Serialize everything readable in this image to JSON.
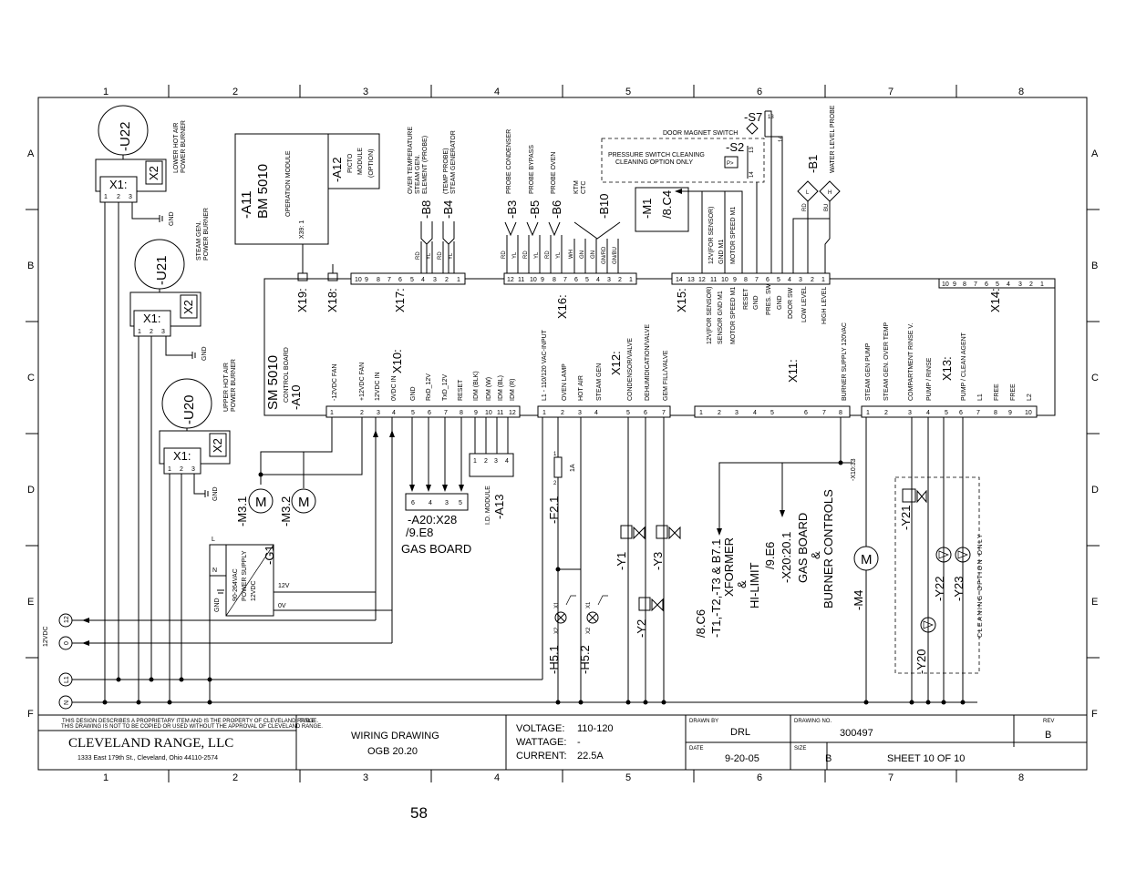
{
  "grid": {
    "cols": [
      "1",
      "2",
      "3",
      "4",
      "5",
      "6",
      "7",
      "8"
    ],
    "rows": [
      "A",
      "B",
      "C",
      "D",
      "E",
      "F"
    ]
  },
  "components": {
    "u22": "-U22",
    "u21": "-U21",
    "u20": "-U20",
    "lower_burner": [
      "LOWER HOT AIR",
      "POWER BURNER"
    ],
    "steam_burner": [
      "STEAM GEN.",
      "POWER BURNER"
    ],
    "upper_burner": [
      "UPPER HOT AIR",
      "POWER BURNER"
    ],
    "x1": "X1:",
    "x2": "X2",
    "gnd": "GND",
    "x1_pins": [
      "1",
      "2",
      "3"
    ],
    "a11": "-A11",
    "bm5010": "BM 5010",
    "op_module": "OPERATION MODULE",
    "x39": "X39: 1",
    "a12": "-A12",
    "picto": [
      "PICTO",
      "MODULE",
      "(OPTION)"
    ],
    "sm5010": "SM 5010",
    "control_board": "CONTROL BOARD",
    "a10": "-A10",
    "x19": "X19:",
    "x18": "X18:",
    "x17": "X17:",
    "x16": "X16:",
    "x15": "X15:",
    "x14": "X14:",
    "x10": "X10:",
    "x12": "X12:",
    "x11": "X11:",
    "x13": "X13:",
    "b8": "-B8",
    "b4": "-B4",
    "b3": "-B3",
    "b5": "-B5",
    "b6": "-B6",
    "b10": "-B10",
    "b8_label": [
      "OVER TEMPERATURE",
      "STEAM GEN.",
      "ELEMENT (PROBE)"
    ],
    "b4_label": [
      "(TEMP PROBE)",
      "STEAM GENERATOR"
    ],
    "b3_label": "PROBE CONDENSER",
    "b5_label": "PROBE BYPASS",
    "b6_label": "PROBE OVEN",
    "b10_label": [
      "KTM",
      "CTC"
    ],
    "m1": "-M1",
    "m1_ref": "/8.C4",
    "s7": "-S7",
    "s2": "-S2",
    "b1": "-B1",
    "door_switch": "DOOR MAGNET SWITCH",
    "pressure_switch": [
      "PRESSURE SWITCH CLEANING",
      "CLEANING OPTION ONLY"
    ],
    "water_probe": "WATER LEVEL PROBE",
    "s7_pins": [
      "13",
      "14"
    ],
    "s2_pins": [
      "13",
      "14"
    ],
    "s2_symbol": "P>",
    "b1_pins": [
      "L",
      "H"
    ],
    "rd": "RD",
    "yl": "YL",
    "bu": "BU",
    "x16_wires": [
      "RD",
      "YL",
      "RD",
      "YL",
      "RD",
      "YL",
      "WH",
      "GN",
      "GN",
      "GN/RD",
      "GN/BU"
    ],
    "x15_labels": [
      "12V(FOR SENSOR)",
      "GND M1",
      "MOTOR SPEED M1"
    ],
    "x15_lower": [
      "12V(FOR SENSOR)",
      "SENSOR GND M1",
      "MOTOR SPEED M1",
      "RESET",
      "GND",
      "PRES. SW",
      "GND",
      "DOOR SW",
      "LOW LEVEL",
      "HIGH LEVEL"
    ],
    "x17_pins": [
      "10",
      "9",
      "8",
      "7",
      "6",
      "5",
      "4",
      "3",
      "2",
      "1"
    ],
    "x16_pins": [
      "12",
      "11",
      "10",
      "9",
      "8",
      "7",
      "6",
      "5",
      "4",
      "3",
      "2",
      "1"
    ],
    "x15_pins": [
      "14",
      "13",
      "12",
      "11",
      "10",
      "9",
      "8",
      "7",
      "6",
      "5",
      "4",
      "3",
      "2",
      "1"
    ],
    "x14_pins": [
      "10",
      "9",
      "8",
      "7",
      "6",
      "5",
      "4",
      "3",
      "2",
      "1"
    ],
    "x10_labels": [
      "-12VDC FAN",
      "+12VDC FAN",
      "12VDC IN",
      "0VDC IN",
      "GND",
      "RxD_12V",
      "TxD_12V",
      "RESET",
      "IDM (BLK)",
      "IDM (W)",
      "IDM (BL)",
      "IDM (R)"
    ],
    "x10_pins": [
      "1",
      "2",
      "3",
      "4",
      "5",
      "6",
      "7",
      "8",
      "9",
      "10",
      "11",
      "12"
    ],
    "x12_labels": [
      "L1 - 110/120 VAC-INPUT",
      "OVEN LAMP",
      "HOT AIR",
      "STEAM GEN",
      "CONDENSOR/VALVE",
      "DEHUMIDICATION/VALVE",
      "GEM FILL/VALVE"
    ],
    "x12_pins": [
      "1",
      "2",
      "3",
      "4",
      "5",
      "6",
      "7"
    ],
    "x11_labels": [
      "BURNER SUPPLY 120VAC"
    ],
    "x11_pins": [
      "1",
      "2",
      "3",
      "4",
      "5",
      "6",
      "7",
      "8"
    ],
    "x13_labels": [
      "STEAM GEN PUMP",
      "STEAM GEN. OVER TEMP",
      "COMPARTMENT RINSE V.",
      "PUMP / RINSE",
      "PUMP / CLEAN AGENT",
      "L1",
      "FREE",
      "FREE",
      "L2"
    ],
    "x13_pins": [
      "1",
      "2",
      "3",
      "4",
      "5",
      "6",
      "7",
      "8",
      "9",
      "10"
    ],
    "m31": "-M3.1",
    "m32": "-M3.2",
    "m": "M",
    "a20": "-A20:X28",
    "a20_ref": "/9.E8",
    "gas_board": "GAS BOARD",
    "a20_pins": [
      "6",
      "4",
      "3",
      "5"
    ],
    "id_module": "I.D. MODULE",
    "a13": "-A13",
    "a13_pins": [
      "1",
      "2",
      "3",
      "4"
    ],
    "f21": "-F2.1",
    "fuse": "1A",
    "fuse_pins": [
      "1",
      "2"
    ],
    "g1": "-G1",
    "ps": [
      "90-264VAC",
      "POWER SUPPLY",
      "12VDC"
    ],
    "ps_12v": "12V",
    "ps_0v": "0V",
    "ps_l": "L",
    "ps_n": "N",
    "y1": "-Y1",
    "y2": "-Y2",
    "y3": "-Y3",
    "h51": "-H5.1",
    "h52": "-H5.2",
    "x1p": "X1",
    "x2p": "X2",
    "xformer": [
      "/8.C6",
      "-T1,-T2,-T3 & B7.1",
      "XFORMER",
      "&",
      "HI-LIMIT"
    ],
    "burner_ctrl": [
      "/9.E6",
      "-X20:20.1",
      "GAS BOARD",
      "&",
      "BURNER CONTROLS"
    ],
    "x1033": "-X10:33",
    "m4": "-M4",
    "y21": "-Y21",
    "y22": "-Y22",
    "y23": "-Y23",
    "y20": "-Y20",
    "cleaning": "CLEANING OPTION ONLY",
    "v12": "12VDC",
    "rails": [
      "12",
      "0",
      "L1",
      "N"
    ]
  },
  "title_block": {
    "notice": [
      "THIS DESIGN DESCRIBES A PROPRIETARY ITEM AND IS THE PROPERTY OF CLEVELAND RANGE.",
      "THIS DRAWING IS NOT TO BE COPIED OR USED WITHOUT THE APPROVAL OF CLEVELAND RANGE."
    ],
    "company": "CLEVELAND RANGE, LLC",
    "address": "1333 East 179th St., Cleveland, Ohio 44110-2574",
    "title_lbl": "TITLE",
    "title1": "WIRING DRAWING",
    "title2": "OGB 20.20",
    "voltage_lbl": "VOLTAGE:",
    "voltage": "110-120",
    "wattage_lbl": "WATTAGE:",
    "wattage": "-",
    "current_lbl": "CURRENT:",
    "current": "22.5A",
    "drawn_lbl": "DRAWN BY",
    "drawn": "DRL",
    "date_lbl": "DATE",
    "date": "9-20-05",
    "drawno_lbl": "DRAWING NO.",
    "drawno": "300497",
    "size_lbl": "SIZE",
    "size": "B",
    "sheet": "SHEET  10  OF  10",
    "rev_lbl": "REV",
    "rev": "B"
  },
  "page_number": "58"
}
